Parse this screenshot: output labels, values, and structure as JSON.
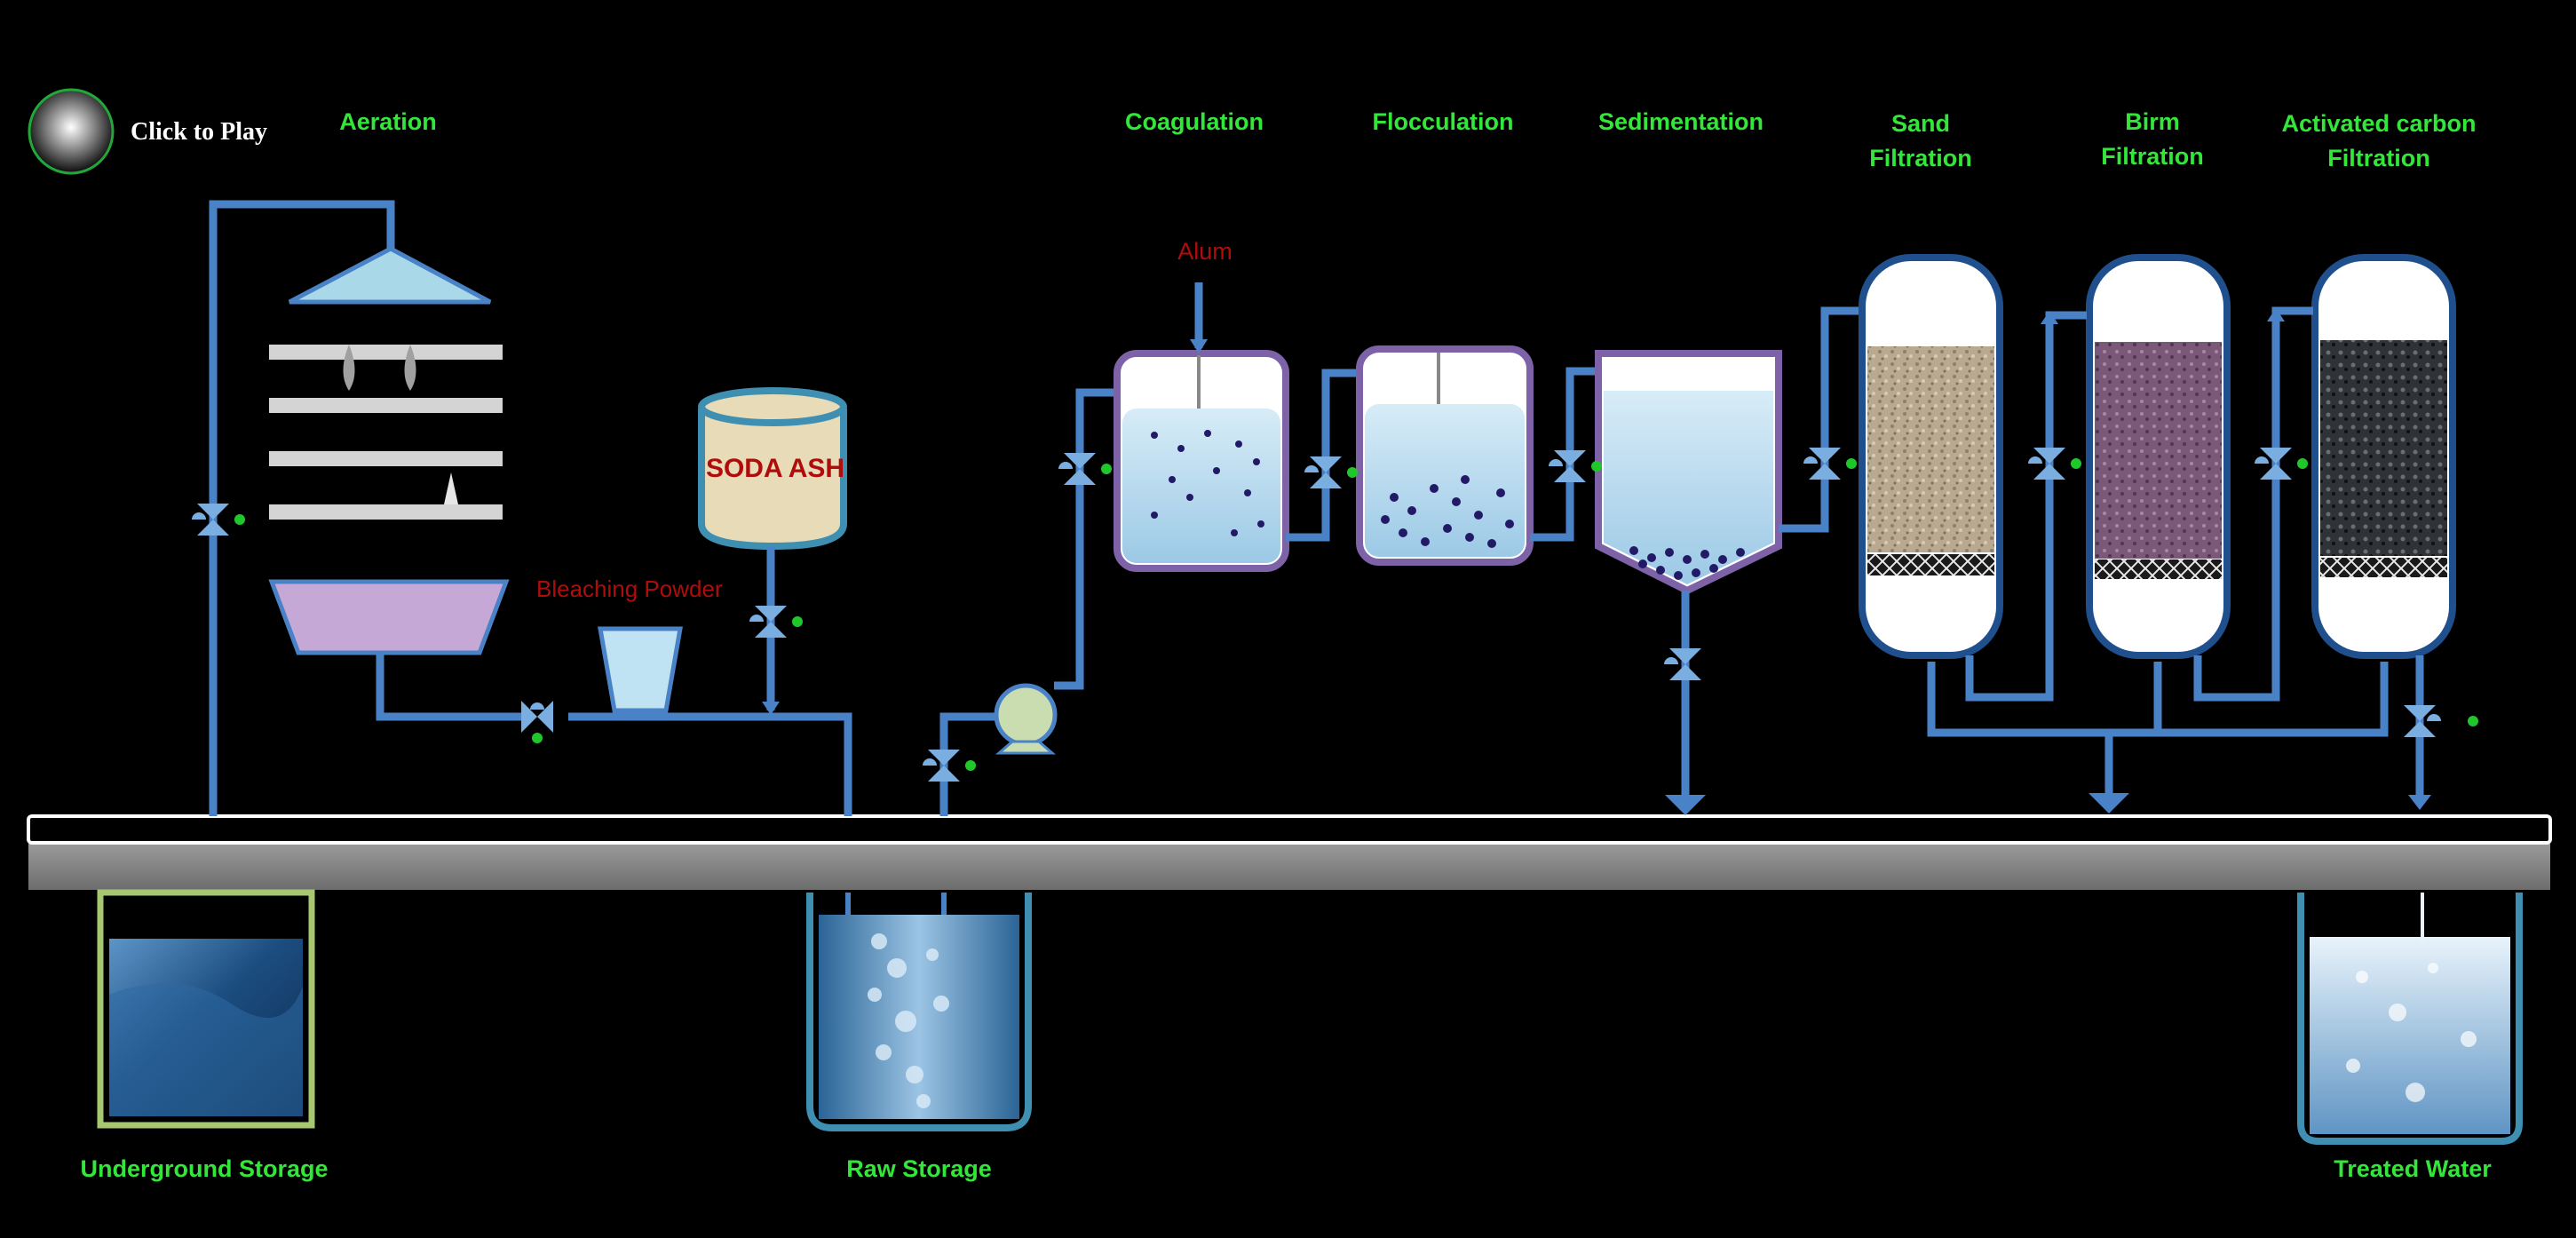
{
  "play_button": {
    "label": "Click to Play"
  },
  "stages": {
    "aeration": "Aeration",
    "coagulation": "Coagulation",
    "flocculation": "Flocculation",
    "sedimentation": "Sedimentation",
    "sand_line1": "Sand",
    "sand_line2": "Filtration",
    "birm_line1": "Birm",
    "birm_line2": "Filtration",
    "carbon_line1": "Activated carbon",
    "carbon_line2": "Filtration"
  },
  "chemicals": {
    "alum": "Alum",
    "bleaching": "Bleaching Powder",
    "soda_ash": "SODA ASH"
  },
  "storage": {
    "underground": "Underground Storage",
    "raw": "Raw Storage",
    "treated": "Treated Water"
  },
  "colors": {
    "pipe": "#4a82c8",
    "label_green": "#33e63a",
    "chemical_red": "#b00c0c",
    "tank_purple": "#7e62a8",
    "valve_indicator": "#1fc72a"
  }
}
